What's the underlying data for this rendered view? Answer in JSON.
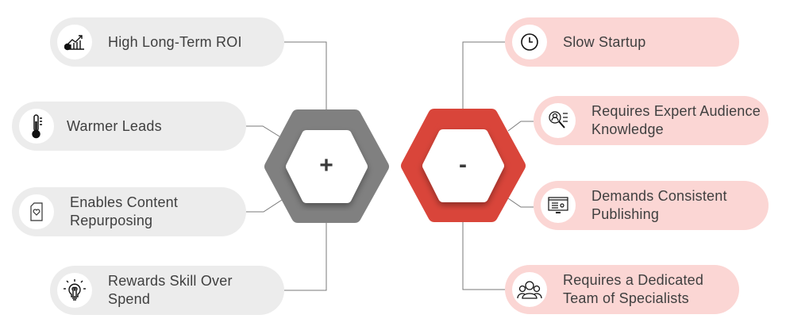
{
  "pros": {
    "symbol": "+",
    "items": [
      {
        "label": "High Long-Term ROI",
        "icon": "roi-chart-icon"
      },
      {
        "label": "Warmer Leads",
        "icon": "thermometer-icon"
      },
      {
        "label": "Enables Content Repurposing",
        "icon": "document-heart-icon"
      },
      {
        "label": "Rewards Skill Over Spend",
        "icon": "lightbulb-icon"
      }
    ]
  },
  "cons": {
    "symbol": "-",
    "items": [
      {
        "label": "Slow Startup",
        "icon": "clock-icon"
      },
      {
        "label": "Requires Expert Audience Knowledge",
        "icon": "audience-search-icon"
      },
      {
        "label": "Demands Consistent Publishing",
        "icon": "monitor-publishing-icon"
      },
      {
        "label": "Requires a Dedicated Team of Specialists",
        "icon": "team-icon"
      }
    ]
  },
  "colors": {
    "pro_hex": "#808080",
    "con_hex": "#d9453a",
    "pro_pill": "#ececec",
    "con_pill": "#fbd6d4"
  }
}
